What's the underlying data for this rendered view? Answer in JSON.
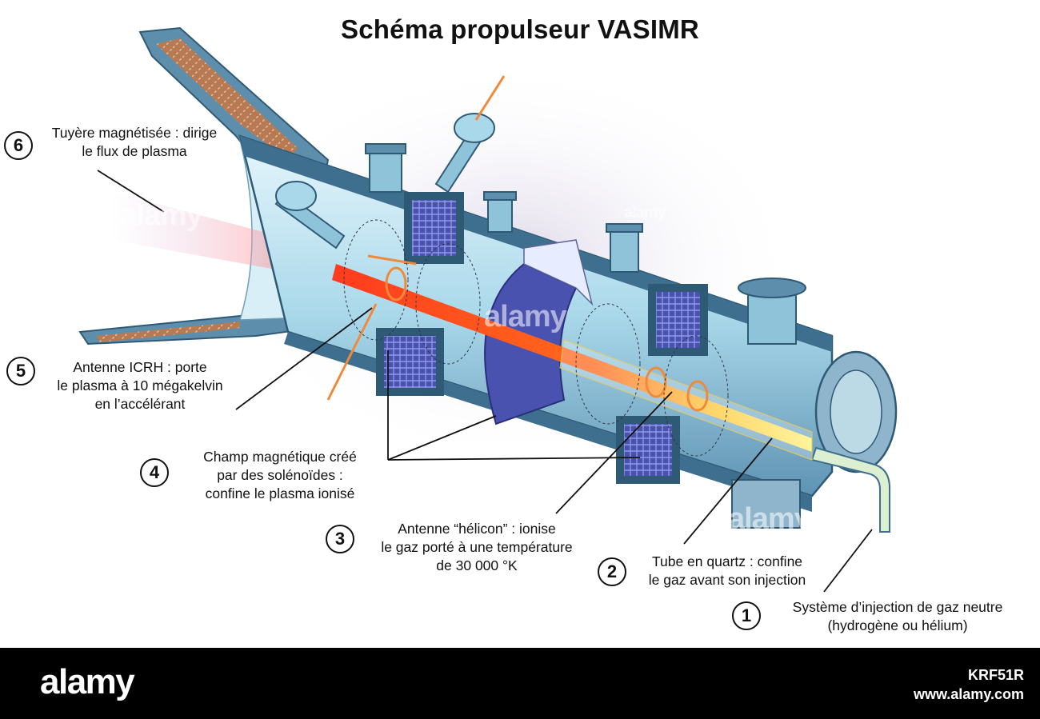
{
  "title": "Schéma propulseur VASIMR",
  "callouts": [
    {
      "number": "6",
      "lines": [
        "Tuyère magnétisée : dirige",
        "le flux de plasma"
      ]
    },
    {
      "number": "5",
      "lines": [
        "Antenne ICRH : porte",
        "le plasma à 10 mégakelvin",
        "en l’accélérant"
      ]
    },
    {
      "number": "4",
      "lines": [
        "Champ magnétique créé",
        "par des solénoïdes :",
        "confine le plasma ionisé"
      ]
    },
    {
      "number": "3",
      "lines": [
        "Antenne “hélicon” : ionise",
        "le gaz porté à une température",
        "de 30 000 °K"
      ]
    },
    {
      "number": "2",
      "lines": [
        "Tube en quartz : confine",
        "le gaz avant son injection"
      ]
    },
    {
      "number": "1",
      "lines": [
        "Système d’injection de gaz neutre",
        "(hydrogène ou hélium)"
      ]
    }
  ],
  "watermarks": [
    "alamy",
    "alamy",
    "alamy",
    "alamy"
  ],
  "footer": {
    "logo": "alamy",
    "image_id": "KRF51R",
    "site": "www.alamy.com"
  },
  "colors": {
    "metal_light": "#bfe3f0",
    "metal_dark": "#4d7f9c",
    "coil": "#4a52b0",
    "plasma": "#ff4422",
    "gas": "#ffd84a",
    "nozzle_liner": "#b87a52"
  }
}
